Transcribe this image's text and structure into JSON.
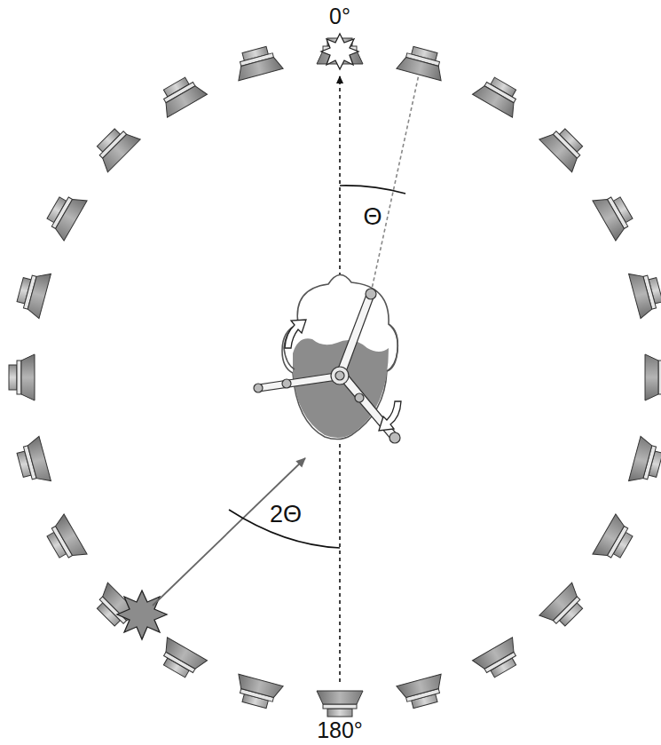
{
  "diagram": {
    "labels": [
      "0°",
      "Θ",
      "2Θ",
      "180°"
    ]
  }
}
